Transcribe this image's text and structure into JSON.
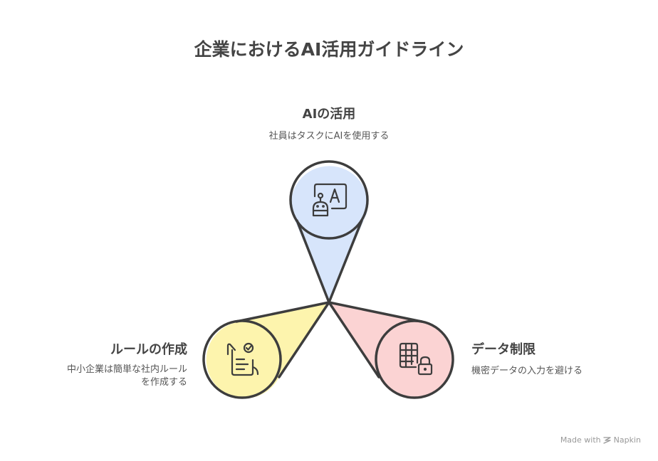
{
  "title": "企業におけるAI活用ガイドライン",
  "sections": {
    "top": {
      "heading": "AIの活用",
      "description": "社員はタスクにAIを使用する",
      "color": "#d7e5fb",
      "icon": "robot-screen-icon"
    },
    "left": {
      "heading": "ルールの作成",
      "description_line1": "中小企業は簡単な社内ルール",
      "description_line2": "を作成する",
      "color": "#fdf4ad",
      "icon": "checklist-document-icon"
    },
    "right": {
      "heading": "データ制限",
      "description": "機密データの入力を避ける",
      "color": "#fbd3d3",
      "icon": "locked-table-icon"
    }
  },
  "footer": {
    "made_with": "Made with",
    "brand": "Napkin"
  }
}
